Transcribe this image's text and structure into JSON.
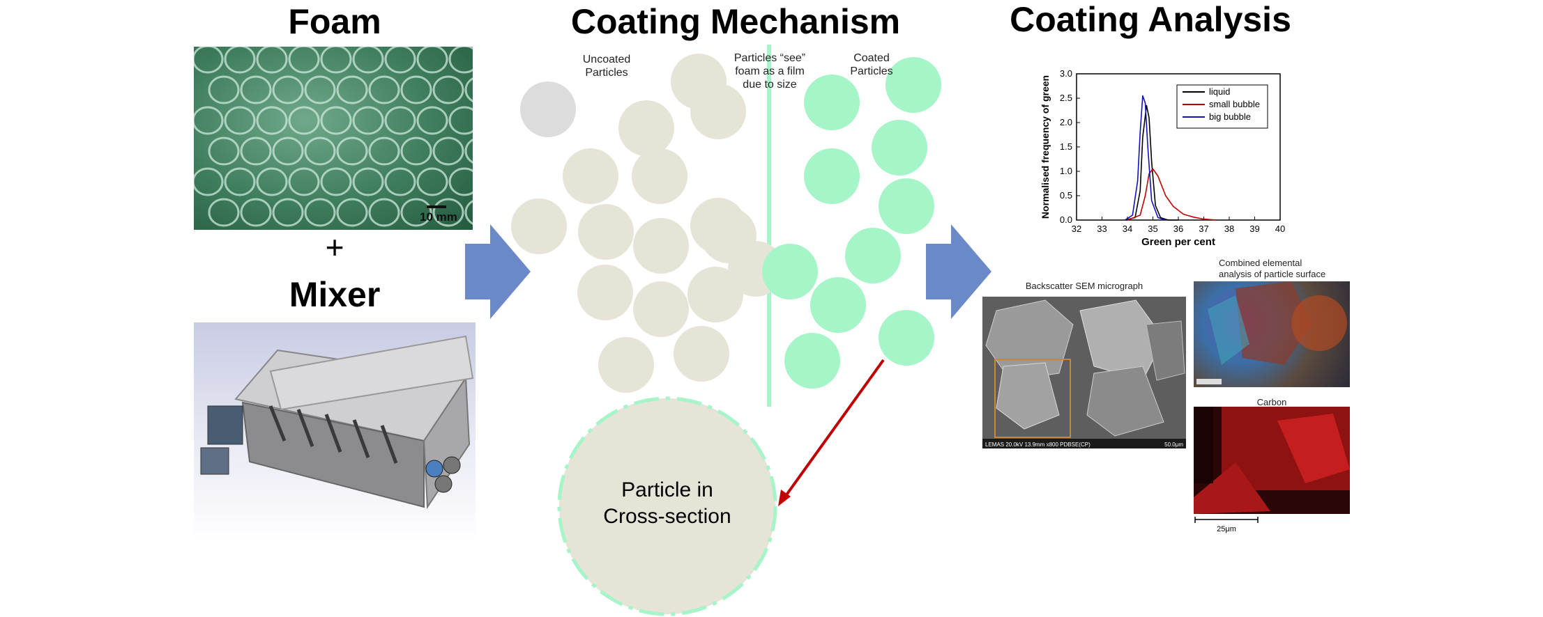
{
  "sections": {
    "foam": {
      "title": "Foam",
      "scale_label": "10 mm"
    },
    "plus": "+",
    "mixer": {
      "title": "Mixer"
    },
    "mechanism": {
      "title": "Coating Mechanism",
      "uncoated_label": "Uncoated\nParticles",
      "film_label": "Particles “see”\nfoam as a film\ndue to size",
      "coated_label": "Coated\nParticles",
      "cross_section_label": "Particle in\nCross-section"
    },
    "analysis": {
      "title": "Coating Analysis",
      "sem_label": "Backscatter SEM micrograph",
      "sem_footer_left": "LEMAS 20.0kV 13.9mm x800 PDBSE(CP)",
      "sem_footer_right": "50.0μm",
      "elemental_label": "Combined elemental\nanalysis of particle surface",
      "carbon_label": "Carbon",
      "scale_bar_label": "25μm"
    }
  },
  "colors": {
    "arrow": "#6b88c9",
    "uncoated": "#e6e3d7",
    "gray_particle": "#dcdcdc",
    "coated": "#a5f5c8",
    "film_line": "#a5f5c8",
    "red_arrow": "#c00000"
  },
  "chart_data": {
    "type": "line",
    "title": "",
    "xlabel": "Green per cent",
    "ylabel": "Normalised frequency of green",
    "xlim": [
      32,
      40
    ],
    "ylim": [
      0,
      3.0
    ],
    "xticks": [
      "32",
      "33",
      "34",
      "35",
      "36",
      "37",
      "38",
      "39",
      "40"
    ],
    "yticks": [
      "0.0",
      "0.5",
      "1.0",
      "1.5",
      "2.0",
      "2.5",
      "3.0"
    ],
    "legend_position": "top-right",
    "series": [
      {
        "name": "liquid",
        "color": "#000000",
        "x": [
          33.9,
          34.3,
          34.5,
          34.6,
          34.75,
          34.85,
          34.95,
          35.1,
          35.3,
          35.6,
          36.0
        ],
        "y": [
          0.0,
          0.05,
          0.6,
          1.7,
          2.35,
          2.1,
          1.2,
          0.3,
          0.05,
          0.0,
          0.0
        ]
      },
      {
        "name": "small bubble",
        "color": "#c00000",
        "x": [
          34.0,
          34.5,
          34.7,
          34.85,
          35.0,
          35.2,
          35.5,
          35.8,
          36.2,
          36.6,
          37.0,
          37.5
        ],
        "y": [
          0.0,
          0.1,
          0.5,
          0.95,
          1.05,
          0.9,
          0.5,
          0.28,
          0.12,
          0.06,
          0.02,
          0.0
        ]
      },
      {
        "name": "big bubble",
        "color": "#1010c0",
        "x": [
          33.9,
          34.2,
          34.4,
          34.5,
          34.6,
          34.7,
          34.8,
          34.95,
          35.2,
          35.5
        ],
        "y": [
          0.0,
          0.1,
          0.8,
          1.8,
          2.55,
          2.4,
          1.5,
          0.4,
          0.05,
          0.0
        ]
      }
    ]
  }
}
